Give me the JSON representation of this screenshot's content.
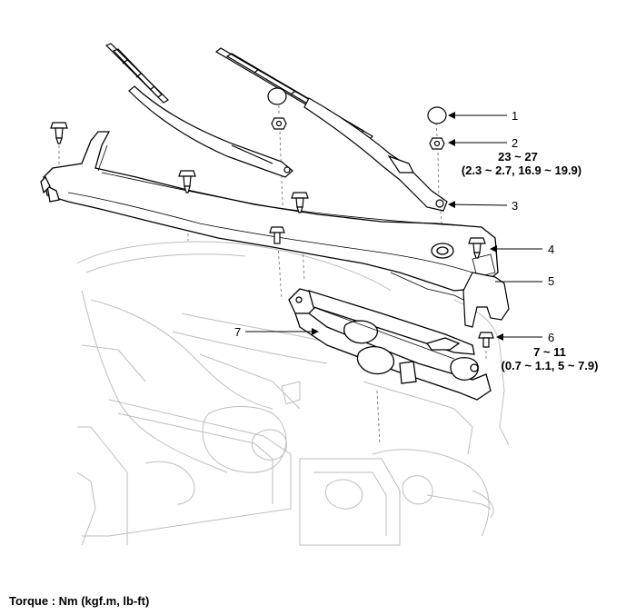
{
  "callouts": {
    "c1": {
      "label": "1"
    },
    "c2": {
      "label": "2",
      "spec_line1": "23 ~ 27",
      "spec_line2": "(2.3 ~ 2.7, 16.9 ~ 19.9)"
    },
    "c3": {
      "label": "3"
    },
    "c4": {
      "label": "4"
    },
    "c5": {
      "label": "5"
    },
    "c6": {
      "label": "6",
      "spec_line1": "7 ~ 11",
      "spec_line2": "(0.7 ~ 1.1, 5 ~ 7.9)"
    },
    "c7": {
      "label": "7"
    }
  },
  "footer": {
    "torque_note": "Torque : Nm (kgf.m, lb-ft)"
  }
}
